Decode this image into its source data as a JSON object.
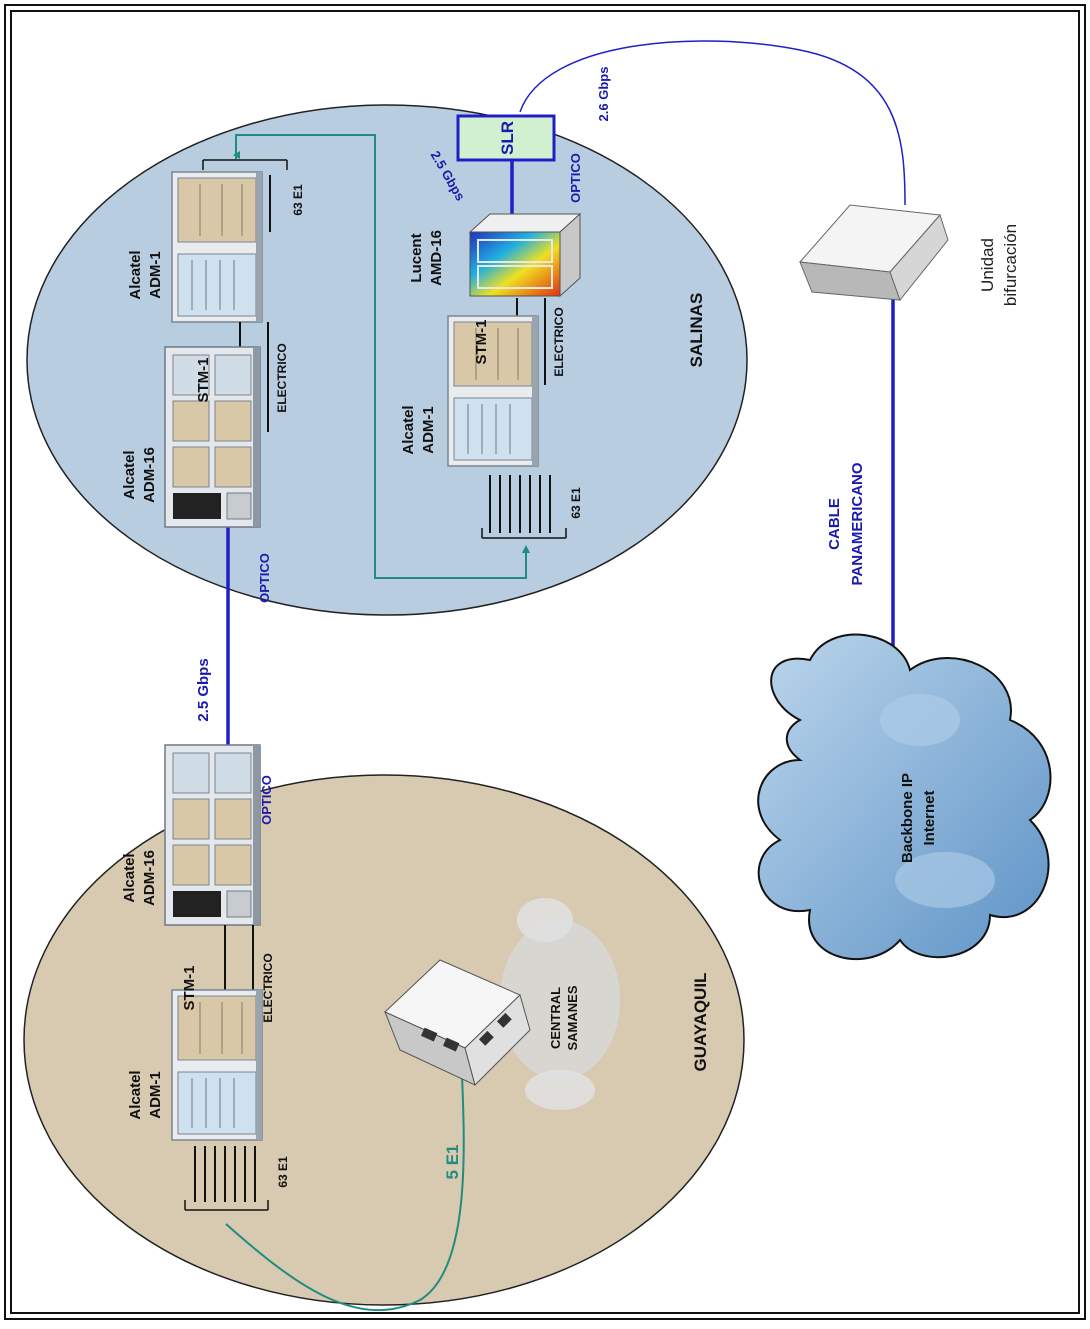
{
  "regions": {
    "salinas": "SALINAS",
    "guayaquil": "GUAYAQUIL"
  },
  "equipment": {
    "salinas_adm16": [
      "Alcatel",
      "ADM-16"
    ],
    "salinas_adm1_top": [
      "Alcatel",
      "ADM-1"
    ],
    "salinas_adm1_bottom": [
      "Alcatel",
      "ADM-1"
    ],
    "salinas_lucent": [
      "Lucent",
      "AMD-16"
    ],
    "slr": "SLR",
    "guayaquil_adm16": [
      "Alcatel",
      "ADM-16"
    ],
    "guayaquil_adm1": [
      "Alcatel",
      "ADM-1"
    ],
    "central": [
      "CENTRAL",
      "SAMANES"
    ],
    "unidad": [
      "Unidad",
      "bifurcación"
    ],
    "backbone": [
      "Backbone IP",
      "Internet"
    ]
  },
  "links": {
    "stm1": "STM-1",
    "electrico": "ELECTRICO",
    "optico": "OPTICO",
    "e1_63": "63 E1",
    "rate_25": "2.5 Gbps",
    "rate_25_slr": "2.5 Gbps",
    "rate_26": "2.6 Gbps",
    "e1_5": "5 E1",
    "cable": [
      "CABLE",
      "PANAMERICANO"
    ]
  },
  "colors": {
    "salinas_fill": "#b9cde0",
    "guayaquil_fill": "#d8cab1",
    "optical_link": "#1f1fc8",
    "teal_link": "#1f8c80",
    "cloud_fill": "#8fb8dc"
  }
}
